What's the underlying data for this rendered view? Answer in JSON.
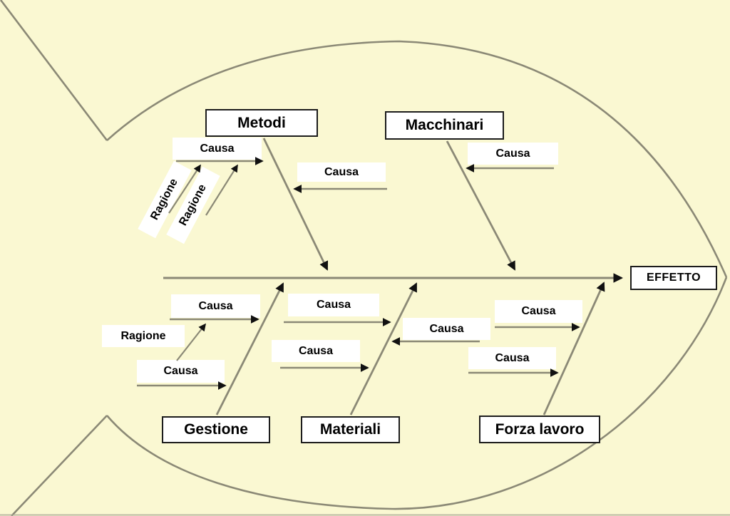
{
  "diagram_type": "fishbone-cause-effect",
  "colors": {
    "background": "#faf8d2",
    "line": "#8b8976",
    "arrowhead": "#111111",
    "box_fill": "#ffffff",
    "box_border": "#1c1c1c",
    "text": "#000000"
  },
  "effect": {
    "label": "EFFETTO"
  },
  "categories": [
    {
      "id": "metodi",
      "label": "Metodi"
    },
    {
      "id": "macchinari",
      "label": "Macchinari"
    },
    {
      "id": "gestione",
      "label": "Gestione"
    },
    {
      "id": "materiali",
      "label": "Materiali"
    },
    {
      "id": "forza-lavoro",
      "label": "Forza lavoro"
    }
  ],
  "sub_labels": [
    {
      "branch": "metodi",
      "text": "Causa"
    },
    {
      "branch": "metodi",
      "text": "Ragione"
    },
    {
      "branch": "metodi",
      "text": "Ragione"
    },
    {
      "branch": "metodi",
      "text": "Causa"
    },
    {
      "branch": "macchinari",
      "text": "Causa"
    },
    {
      "branch": "gestione",
      "text": "Causa"
    },
    {
      "branch": "gestione",
      "text": "Ragione"
    },
    {
      "branch": "gestione",
      "text": "Causa"
    },
    {
      "branch": "materiali",
      "text": "Causa"
    },
    {
      "branch": "materiali",
      "text": "Causa"
    },
    {
      "branch": "materiali",
      "text": "Causa"
    },
    {
      "branch": "forza-lavoro",
      "text": "Causa"
    },
    {
      "branch": "forza-lavoro",
      "text": "Causa"
    }
  ]
}
